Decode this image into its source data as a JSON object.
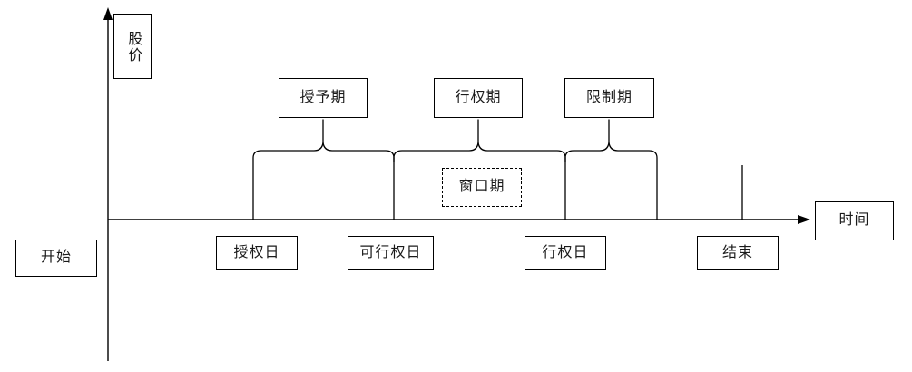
{
  "diagram": {
    "title_axes": {
      "y_axis_label": "股价",
      "x_axis_label": "时间"
    },
    "timeline": {
      "start_label": "开始",
      "end_label": "结束"
    },
    "phases": [
      {
        "id": "grant-period",
        "label": "授予期"
      },
      {
        "id": "exercise-period",
        "label": "行权期"
      },
      {
        "id": "restriction-period",
        "label": "限制期"
      }
    ],
    "inner_marker": {
      "id": "window-period",
      "label": "窗口期",
      "style": "dashed"
    },
    "milestones": [
      {
        "id": "grant-date",
        "label": "授权日"
      },
      {
        "id": "exercisable-date",
        "label": "可行权日"
      },
      {
        "id": "exercise-date",
        "label": "行权日"
      }
    ],
    "colors": {
      "stroke": "#000000",
      "background": "#ffffff",
      "text": "#1a1a1a"
    }
  }
}
